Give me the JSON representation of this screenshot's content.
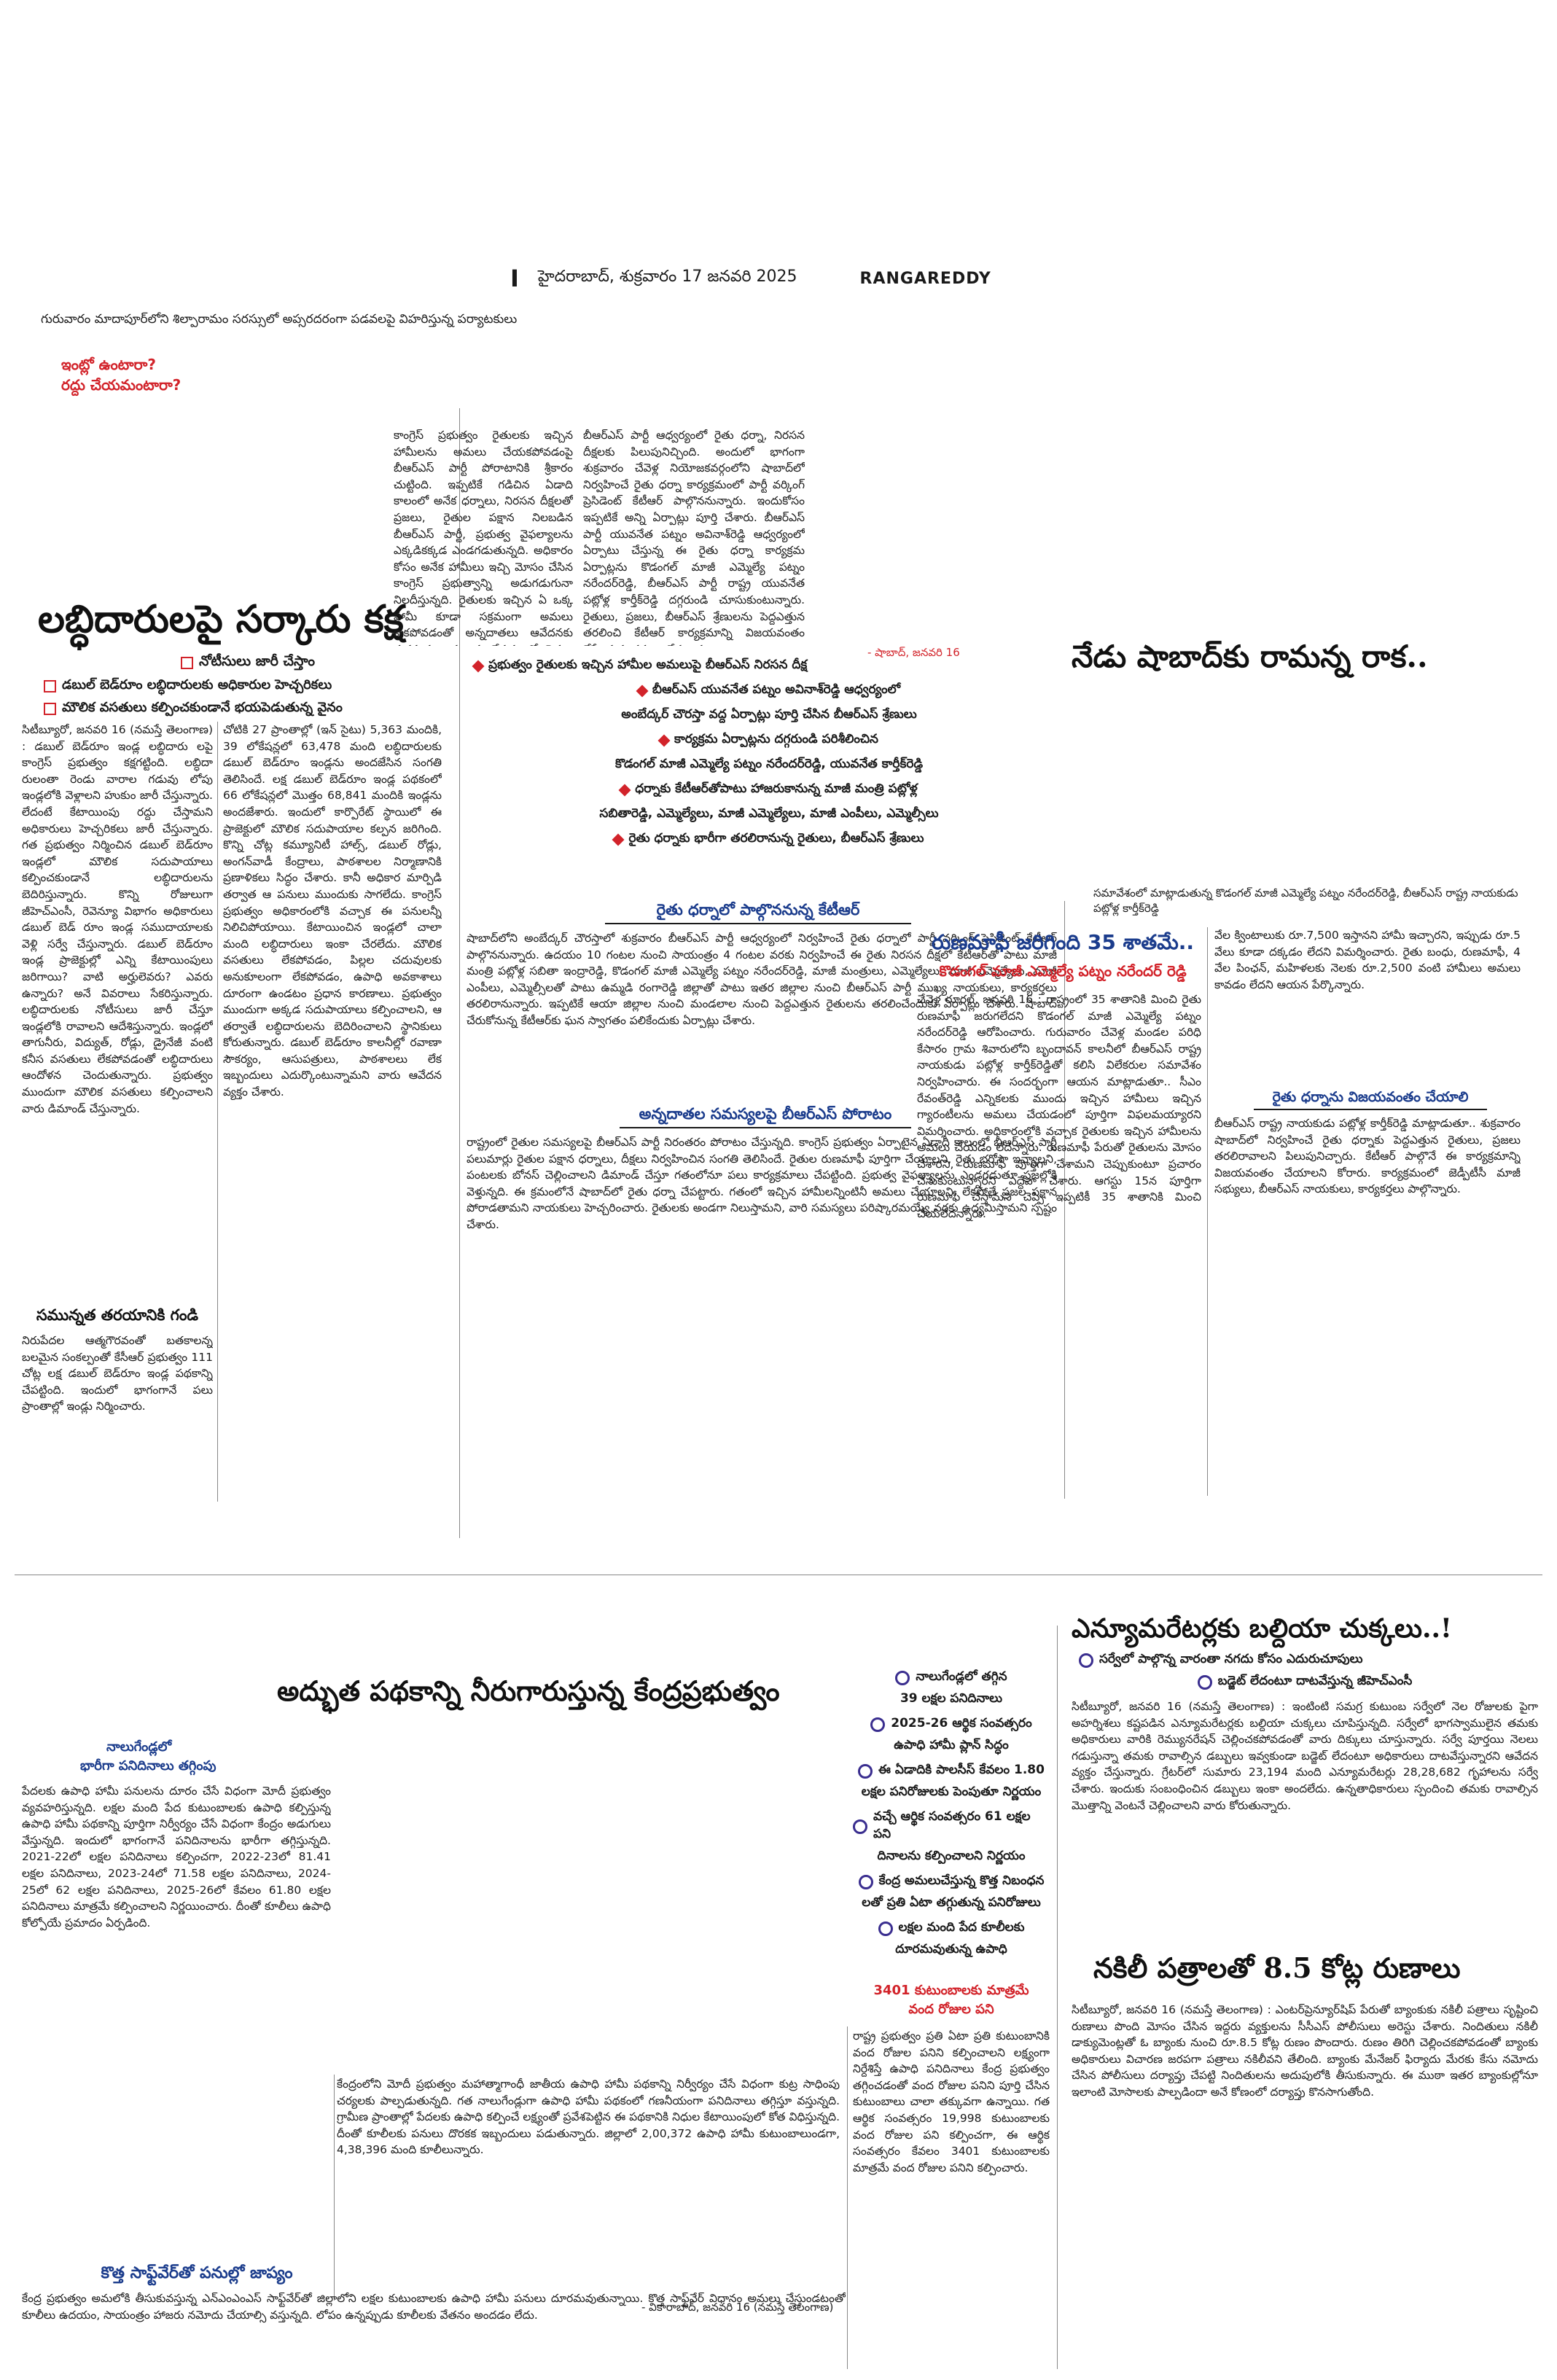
{
  "masthead": {
    "marker": "I",
    "dateline": "హైదరాబాద్, శుక్రవారం 17 జనవరి 2025",
    "edition": "RANGAREDDY"
  },
  "photo_caption": "గురువారం మాదాపూర్‌లోని శిల్పారామం సరస్సులో అప్సరదరంగా పడవలపై విహరిస్తున్న పర్యాటకులు",
  "teaser": {
    "line1": "ఇంట్లో ఉంటారా?",
    "line2": "రద్దు చేయమంటారా?"
  },
  "story1": {
    "headline": "లబ్ధిదారులపై సర్కారు కక్ష",
    "subs": [
      "నోటీసులు జారీ చేస్తాం",
      "డబుల్ బెడ్‌రూం లబ్ధిదారులకు అధికారుల హెచ్చరికలు",
      "మౌలిక వసతులు కల్పించకుండానే భయపెడుతున్న వైనం"
    ],
    "col1": "సిటీబ్యూరో, జనవరి 16 (నమస్తే తెలంగాణ) : డబుల్ బెడ్‌రూం ఇండ్ల లబ్ధిదారు లపై కాంగ్రెస్ ప్రభుత్వం కక్షగట్టింది. లబ్ధిదా రులంతా రెండు వారాల గడువు లోపు ఇండ్లలోకి వెళ్లాలని హుకుం జారీ చేస్తున్నారు. లేదంటే కేటాయింపు రద్దు చేస్తామని అధికారులు హెచ్చరికలు జారీ చేస్తున్నారు. గత ప్రభుత్వం నిర్మించిన డబుల్ బెడ్‌రూం ఇండ్లలో మౌలిక సదుపాయాలు కల్పించకుండానే లబ్ధిదారులను బెదిరిస్తున్నారు. కొన్ని రోజులుగా జీహెచ్‌ఎంసీ, రెవెన్యూ విభాగం అధికారులు డబుల్ బెడ్ రూం ఇండ్ల సముదాయాలకు వెళ్లి సర్వే చేస్తున్నారు. డబుల్ బెడ్‌రూం ఇండ్ల ప్రాజెక్టుల్లో ఎన్ని కేటాయింపులు జరిగాయి? వాటి అర్హులెవరు? ఎవరు ఉన్నారు? అనే వివరాలు సేకరిస్తున్నారు. లబ్ధిదారులకు నోటీసులు జారీ చేస్తూ ఇండ్లలోకి రావాలని ఆదేశిస్తున్నారు. ఇండ్లలో తాగునీరు, విద్యుత్, రోడ్లు, డ్రైనేజీ వంటి కనీస వసతులు లేకపోవడంతో లబ్ధిదారులు ఆందోళన చెందుతున్నారు. ప్రభుత్వం ముందుగా మౌలిక వసతులు కల్పించాలని వారు డిమాండ్ చేస్తున్నారు.",
    "col1_section": "సమున్నత తరయానికి గండి",
    "col1_tail": "నిరుపేదల ఆత్మగౌరవంతో బతకాలన్న బలమైన సంకల్పంతో కేసీఆర్ ప్రభుత్వం 111 చోట్ల లక్ష డబుల్ బెడ్‌రూం ఇండ్ల పథకాన్ని చేపట్టింది. ఇందులో భాగంగానే పలు ప్రాంతాల్లో ఇండ్లు నిర్మించారు.",
    "col2": "చోటికి 27 ప్రాంతాల్లో (ఇన్ సైటు) 5,363 మందికి, 39 లోకేషన్లలో 63,478 మంది లబ్ధిదారులకు డబుల్ బెడ్‌రూం ఇండ్లను అందజేసిన సంగతి తెలిసిందే. లక్ష డబుల్ బెడ్‌రూం ఇండ్ల పథకంలో 66 లోకేషన్లలో మొత్తం 68,841 మందికి ఇండ్లను అందజేశారు. ఇందులో కార్పొరేట్ స్థాయిలో ఈ ప్రాజెక్టులో మౌలిక సదుపాయాల కల్పన జరిగింది. కొన్ని చోట్ల కమ్యూనిటీ హాల్స్, డబుల్ రోడ్లు, అంగన్‌వాడీ కేంద్రాలు, పాఠశాలల నిర్మాణానికి ప్రణాళికలు సిద్ధం చేశారు. కానీ అధికార మార్పిడి తర్వాత ఆ పనులు ముందుకు సాగలేదు. కాంగ్రెస్ ప్రభుత్వం అధికారంలోకి వచ్చాక ఈ పనులన్నీ నిలిచిపోయాయి. కేటాయించిన ఇండ్లలో చాలా మంది లబ్ధిదారులు ఇంకా చేరలేదు. మౌలిక వసతులు లేకపోవడం, పిల్లల చదువులకు అనుకూలంగా లేకపోవడం, ఉపాధి అవకాశాలు దూరంగా ఉండటం ప్రధాన కారణాలు. ప్రభుత్వం ముందుగా అక్కడ సదుపాయాలు కల్పించాలని, ఆ తర్వాతే లబ్ధిదారులను బెదిరించాలని స్థానికులు కోరుతున్నారు. డబుల్ బెడ్‌రూం కాలనీల్లో రవాణా సౌకర్యం, ఆసుపత్రులు, పాఠశాలలు లేక ఇబ్బందులు ఎదుర్కొంటున్నామని వారు ఆవేదన వ్యక్తం చేశారు."
  },
  "story2": {
    "lead": "కాంగ్రెస్ ప్రభుత్వం రైతులకు ఇచ్చిన హామీలను అమలు చేయకపోవడంపై బీఆర్‌ఎస్ పార్టీ పోరాటానికి శ్రీకారం చుట్టింది. ఇప్పటికే గడిచిన ఏడాది కాలంలో అనేక ధర్నాలు, నిరసన దీక్షలతో ప్రజలు, రైతుల పక్షాన నిలబడిన బీఆర్‌ఎస్ పార్టీ, ప్రభుత్వ వైఫల్యాలను ఎక్కడికక్కడ ఎండగడుతున్నది. అధికారం కోసం అనేక హామీలు ఇచ్చి మోసం చేసిన కాంగ్రెస్ ప్రభుత్వాన్ని అడుగడుగునా నిలదీస్తున్నది. రైతులకు ఇచ్చిన ఏ ఒక్క హామీ కూడా సక్రమంగా అమలు కాకపోవడంతో అన్నదాతలు ఆవేదనకు గురవుతున్నారు. ఈ నేపథ్యంలో రైతుల తరఫున బీఆర్‌ఎస్ పార్టీ మరో ఉద్యమానికి తెరలేపింది. ప్రభుత్వం రైతులకు ఇచ్చిన హామీలను వెంటనే అమలు చేయాలని డిమాండ్ చేస్తూ",
    "lead_col2": "బీఆర్‌ఎస్ పార్టీ ఆధ్వర్యంలో రైతు ధర్నా, నిరసన దీక్షలకు పిలుపునిచ్చింది. అందులో భాగంగా శుక్రవారం చేవెళ్ల నియోజకవర్గంలోని షాబాద్‌లో నిర్వహించే రైతు ధర్నా కార్యక్రమంలో పార్టీ వర్కింగ్ ప్రెసిడెంట్ కేటీఆర్ పాల్గొననున్నారు. ఇందుకోసం ఇప్పటికే అన్ని ఏర్పాట్లు పూర్తి చేశారు. బీఆర్‌ఎస్ పార్టీ యువనేత పట్నం అవినాశ్‌రెడ్డి ఆధ్వర్యంలో ఏర్పాటు చేస్తున్న ఈ రైతు ధర్నా కార్యక్రమ ఏర్పాట్లను కొడంగల్ మాజీ ఎమ్మెల్యే పట్నం నరేందర్‌రెడ్డి, బీఆర్‌ఎస్ పార్టీ రాష్ట్ర యువనేత పట్లోళ్ల కార్తీక్‌రెడ్డి దగ్గరుండి చూసుకుంటున్నారు. రైతులు, ప్రజలు, బీఆర్‌ఎస్ శ్రేణులను పెద్దఎత్తున తరలించి కేటీఆర్ కార్యక్రమాన్ని విజయవంతం చేసేందుకు చర్యలు చేపట్టారు.",
    "byline": "- షాబాద్, జనవరి 16",
    "headline": "నేడు షాబాద్‌కు రామన్న రాక..",
    "bullets": [
      "ప్రభుత్వం రైతులకు ఇచ్చిన హామీల అమలుపై బీఆర్‌ఎస్ నిరసన దీక్ష",
      "బీఆర్‌ఎస్ యువనేత పట్నం అవినాశ్‌రెడ్డి ఆధ్వర్యంలో",
      "అంబేద్కర్ చౌరస్తా వద్ద ఏర్పాట్లు పూర్తి చేసిన బీఆర్‌ఎస్ శ్రేణులు",
      "కార్యక్రమ ఏర్పాట్లను దగ్గరుండి పరిశీలించిన",
      "కొడంగల్ మాజీ ఎమ్మెల్యే పట్నం నరేందర్‌రెడ్డి, యువనేత కార్తీక్‌రెడ్డి",
      "ధర్నాకు కేటీఆర్‌తోపాటు హాజరుకానున్న మాజీ మంత్రి పట్లోళ్ల",
      "సబితారెడ్డి, ఎమ్మెల్యేలు, మాజీ ఎమ్మెల్యేలు, మాజీ ఎంపీలు, ఎమ్మెల్సీలు",
      "రైతు ధర్నాకు భారీగా తరలిరానున్న రైతులు, బీఆర్‌ఎస్ శ్రేణులు"
    ],
    "section1": "రైతు ధర్నాలో పాల్గొననున్న కేటీఆర్",
    "section1_body": "షాబాద్‌లోని అంబేద్కర్ చౌరస్తాలో శుక్రవారం బీఆర్‌ఎస్ పార్టీ ఆధ్వర్యంలో నిర్వహించే రైతు ధర్నాలో పార్టీ వర్కింగ్ ప్రెసిడెంట్ కేటీఆర్ పాల్గొననున్నారు. ఉదయం 10 గంటల నుంచి సాయంత్రం 4 గంటల వరకు నిర్వహించే ఈ రైతు నిరసన దీక్షలో కేటీఆర్‌తో పాటు మాజీ మంత్రి పట్లోళ్ల సబితా ఇంద్రారెడ్డి, కొడంగల్ మాజీ ఎమ్మెల్యే పట్నం నరేందర్‌రెడ్డి, మాజీ మంత్రులు, ఎమ్మెల్యేలు, మాజీ ఎమ్మెల్యేలు, మాజీ ఎంపీలు, ఎమ్మెల్సీలతో పాటు ఉమ్మడి రంగారెడ్డి జిల్లాతో పాటు ఇతర జిల్లాల నుంచి బీఆర్‌ఎస్ పార్టీ ముఖ్య నాయకులు, కార్యకర్తలు తరలిరానున్నారు. ఇప్పటికే ఆయా జిల్లాల నుంచి మండలాల నుంచి పెద్దఎత్తున రైతులను తరలించేందుకు ఏర్పాట్లు చేశారు. షాబాద్ చేరుకోనున్న కేటీఆర్‌కు ఘన స్వాగతం పలికేందుకు ఏర్పాట్లు చేశారు.",
    "section2": "అన్నదాతల సమస్యలపై బీఆర్‌ఎస్ పోరాటం",
    "section2_body": "రాష్ట్రంలో రైతుల సమస్యలపై బీఆర్‌ఎస్ పార్టీ నిరంతరం పోరాటం చేస్తున్నది. కాంగ్రెస్ ప్రభుత్వం ఏర్పాటైన ఏడాది కాలంలో బీఆర్‌ఎస్ పార్టీ పలుమార్లు రైతుల పక్షాన ధర్నాలు, దీక్షలు నిర్వహించిన సంగతి తెలిసిందే. రైతుల రుణమాఫీ పూర్తిగా చేయాలని, రైతు భరోసా ఇవ్వాలని, పంటలకు బోనస్ చెల్లించాలని డిమాండ్ చేస్తూ గతంలోనూ పలు కార్యక్రమాలు చేపట్టింది. ప్రభుత్వ వైఫల్యాలను ఎండగడుతూ ప్రజల్లోకి వెళ్తున్నది. ఈ క్రమంలోనే షాబాద్‌లో రైతు ధర్నా చేపట్టారు. గతంలో ఇచ్చిన హామీలన్నింటినీ అమలు చేయాలని, లేకపోతే ప్రజల పక్షాన పోరాడతామని నాయకులు హెచ్చరించారు. రైతులకు అండగా నిలుస్తామని, వారి సమస్యలు పరిష్కారమయ్యే వరకు ఉద్యమిస్తామని స్పష్టం చేశారు."
  },
  "story3": {
    "photo_caption": "సమావేశంలో మాట్లాడుతున్న కొడంగల్ మాజీ ఎమ్మెల్యే పట్నం నరేందర్‌రెడ్డి, బీఆర్‌ఎస్ రాష్ట్ర నాయకుడు పట్లోళ్ల కార్తీక్‌రెడ్డి",
    "headline": "రుణమాఫీ జరిగింది 35 శాతమే..",
    "kicker": "కొడంగల్ మాజీ ఎమ్మెల్యే పట్నం నరేందర్ రెడ్డి",
    "col1": "చేవెళ్ల రూరల్, జనవరి 16 : రాష్ట్రంలో 35 శాతానికి మించి రైతు రుణమాఫీ జరుగలేదని కొడంగల్ మాజీ ఎమ్మెల్యే పట్నం నరేందర్‌రెడ్డి ఆరోపించారు. గురువారం చేవెళ్ల మండల పరిధి కేసారం గ్రామ శివారులోని బృందావన్ కాలనీలో బీఆర్‌ఎస్ రాష్ట్ర నాయకుడు పట్లోళ్ల కార్తీక్‌రెడ్డితో కలిసి విలేకరుల సమావేశం నిర్వహించారు. ఈ సందర్భంగా ఆయన మాట్లాడుతూ.. సీఎం రేవంత్‌రెడ్డి ఎన్నికలకు ముందు ఇచ్చిన హామీలు ఇచ్చిన గ్యారంటీలను అమలు చేయడంలో పూర్తిగా విఫలమయ్యారని విమర్శించారు. అధికారంలోకి వచ్చాక రైతులకు ఇచ్చిన హామీలను అమలు చేయడం లేదన్నారు. రుణమాఫీ పేరుతో రైతులను మోసం చేశారని, రుణమాఫీ పూర్తిగా చేశామని చెప్పుకుంటూ ప్రచారం చేసుకుంటున్నారని ఎద్దేవా చేశారు. ఆగస్టు 15న పూర్తిగా రుణమాఫీ చేస్తామని చెప్పి ఇప్పటికీ 35 శాతానికి మించి చేయలేదన్నారు.",
    "col2": "వేల క్వింటాలుకు రూ.7,500 ఇస్తానని హామీ ఇచ్చారని, ఇప్పుడు రూ.5 వేలు కూడా దక్కడం లేదని విమర్శించారు. రైతు బంధు, రుణమాఫీ, 4 వేల పింఛన్, మహిళలకు నెలకు రూ.2,500 వంటి హామీలు అమలు కావడం లేదని ఆయన పేర్కొన్నారు.",
    "section": "రైతు ధర్నాను విజయవంతం చేయాలి",
    "section_body": "బీఆర్‌ఎస్ రాష్ట్ర నాయకుడు పట్లోళ్ల కార్తీక్‌రెడ్డి మాట్లాడుతూ.. శుక్రవారం షాబాద్‌లో నిర్వహించే రైతు ధర్నాకు పెద్దఎత్తున రైతులు, ప్రజలు తరలిరావాలని పిలుపునిచ్చారు. కేటీఆర్ పాల్గొనే ఈ కార్యక్రమాన్ని విజయవంతం చేయాలని కోరారు. కార్యక్రమంలో జెడ్పీటీసీ మాజీ సభ్యులు, బీఆర్‌ఎస్ నాయకులు, కార్యకర్తలు పాల్గొన్నారు."
  },
  "story4": {
    "headline": "అద్భుత పథకాన్ని నీరుగారుస్తున్న కేంద్రప్రభుత్వం",
    "sidebar_title1": "నాలుగేండ్లలో",
    "sidebar_title2": "భారీగా పనిదినాలు తగ్గింపు",
    "sidebar_body": "పేదలకు ఉపాధి హామీ పనులను దూరం చేసే విధంగా మోదీ ప్రభుత్వం వ్యవహరిస్తున్నది. లక్షల మంది పేద కుటుంబాలకు ఉపాధి కల్పిస్తున్న ఉపాధి హామీ పథకాన్ని పూర్తిగా నిర్వీర్యం చేసే విధంగా కేంద్రం అడుగులు వేస్తున్నది. ఇందులో భాగంగానే పనిదినాలను భారీగా తగ్గిస్తున్నది. 2021-22లో లక్షల పనిదినాలు కల్పించగా, 2022-23లో 81.41 లక్షల పనిదినాలు, 2023-24లో 71.58 లక్షల పనిదినాలు, 2024-25లో 62 లక్షల పనిదినాలు, 2025-26లో కేవలం 61.80 లక్షల పనిదినాలు మాత్రమే కల్పించాలని నిర్ణయించారు. దీంతో కూలీలు ఉపాధి కోల్పోయే ప్రమాదం ఏర్పడింది.",
    "main_body": "కేంద్రంలోని మోదీ ప్రభుత్వం మహాత్మాగాంధీ జాతీయ ఉపాధి హామీ పథకాన్ని నిర్వీర్యం చేసే విధంగా కుట్ర సాధింపు చర్యలకు పాల్పడుతున్నది. గత నాలుగేండ్లుగా ఉపాధి హామీ పథకంలో గణనీయంగా పనిదినాలు తగ్గిస్తూ వస్తున్నది. గ్రామీణ ప్రాంతాల్లో పేదలకు ఉపాధి కల్పించే లక్ష్యంతో ప్రవేశపెట్టిన ఈ పథకానికి నిధుల కేటాయింపులో కోత విధిస్తున్నది. దీంతో కూలీలకు పనులు దొరకక ఇబ్బందులు పడుతున్నారు. జిల్లాలో 2,00,372 ఉపాధి హామీ కుటుంబాలుండగా, 4,38,396 మంది కూలీలున్నారు.",
    "byline": "- వికారాబాద్, జనవరి 16 (నమస్తే తెలంగాణ)",
    "bullets": [
      "నాలుగేండ్లలో తగ్గిన",
      "39 లక్షల పనిదినాలు",
      "2025-26 ఆర్థిక సంవత్సరం",
      "ఉపాధి హామీ ప్లాన్ సిద్ధం",
      "ఈ ఏడాదికి పాలసీస్ కేవలం 1.80",
      "లక్షల పనిరోజులకు పెంపుతూ నిర్ణయం",
      "వచ్చే ఆర్థిక సంవత్సరం 61 లక్షల పని",
      "దినాలను కల్పించాలని నిర్ణయం",
      "కేంద్ర అమలుచేస్తున్న కొత్త నిబంధన",
      "లతో ప్రతి ఏటా తగ్గుతున్న పనిరోజులు",
      "లక్షల మంది పేద కూలీలకు",
      "దూరమవుతున్న ఉపాధి"
    ],
    "side_section1": "3401 కుటుంబాలకు మాత్రమే",
    "side_section2": "వంద రోజుల పని",
    "side_body": "రాష్ట్ర ప్రభుత్వం ప్రతి ఏటా ప్రతి కుటుంబానికి వంద రోజుల పనిని కల్పించాలని లక్ష్యంగా నిర్దేశిస్తే ఉపాధి పనిదినాలు కేంద్ర ప్రభుత్వం తగ్గించడంతో వంద రోజుల పనిని పూర్తి చేసిన కుటుంబాలు చాలా తక్కువగా ఉన్నాయి. గత ఆర్థిక సంవత్సరం 19,998 కుటుంబాలకు వంద రోజుల పని కల్పించగా, ఈ ఆర్థిక సంవత్సరం కేవలం 3401 కుటుంబాలకు మాత్రమే వంద రోజుల పనిని కల్పించారు.",
    "section3": "కొత్త సాఫ్ట్‌వేర్‌తో పనుల్లో జాప్యం",
    "section3_body": "కేంద్ర ప్రభుత్వం అమలోకి తీసుకువస్తున్న ఎన్‌ఎంఎంఎస్ సాఫ్ట్‌వేర్‌తో జిల్లాలోని లక్షల కుటుంబాలకు ఉపాధి హామీ పనులు దూరమవుతున్నాయి. కొత్త సాఫ్ట్‌వేర్ విధానం అమలు చేస్తుండటంతో కూలీలు ఉదయం, సాయంత్రం హాజరు నమోదు చేయాల్సి వస్తున్నది. లోపం ఉన్నప్పుడు కూలీలకు వేతనం అందడం లేదు."
  },
  "story5": {
    "headline": "ఎన్యూమరేటర్లకు బల్దియా చుక్కలు..!",
    "subs": [
      "సర్వేలో పాల్గొన్న వారంతా నగదు కోసం ఎదురుచూపులు",
      "బడ్జెట్ లేదంటూ దాటవేస్తున్న జీహెచ్‌ఎంసీ"
    ],
    "body": "సిటీబ్యూరో, జనవరి 16 (నమస్తే తెలంగాణ) : ఇంటింటి సమగ్ర కుటుంబ సర్వేలో నెల రోజులకు పైగా అహర్నిశలు కష్టపడిన ఎన్యూమరేటర్లకు బల్దియా చుక్కలు చూపిస్తున్నది. సర్వేలో భాగస్వాములైన తమకు అధికారులు వారికి రెమ్యునరేషన్ చెల్లించకపోవడంతో వారు దిక్కులు చూస్తున్నారు. సర్వే పూర్తయి నెలలు గడుస్తున్నా తమకు రావాల్సిన డబ్బులు ఇవ్వకుండా బడ్జెట్ లేదంటూ అధికారులు దాటవేస్తున్నారని ఆవేదన వ్యక్తం చేస్తున్నారు. గ్రేటర్‌లో సుమారు 23,194 మంది ఎన్యూమరేటర్లు 28,28,682 గృహాలను సర్వే చేశారు. ఇందుకు సంబంధించిన డబ్బులు ఇంకా అందలేదు. ఉన్నతాధికారులు స్పందించి తమకు రావాల్సిన మొత్తాన్ని వెంటనే చెల్లించాలని వారు కోరుతున్నారు.",
    "headline2": "నకిలీ పత్రాలతో 8.5 కోట్ల రుణాలు",
    "body2": "సిటీబ్యూరో, జనవరి 16 (నమస్తే తెలంగాణ) : ఎంటర్‌ప్రెన్యూర్‌షిప్ పేరుతో బ్యాంకుకు నకిలీ పత్రాలు సృష్టించి రుణాలు పొంది మోసం చేసిన ఇద్దరు వ్యక్తులను సీసీఎస్ పోలీసులు అరెస్టు చేశారు. నిందితులు నకిలీ డాక్యుమెంట్లతో ఓ బ్యాంకు నుంచి రూ.8.5 కోట్ల రుణం పొందారు. రుణం తిరిగి చెల్లించకపోవడంతో బ్యాంకు అధికారులు విచారణ జరపగా పత్రాలు నకిలీవని తేలింది. బ్యాంకు మేనేజర్ ఫిర్యాదు మేరకు కేసు నమోదు చేసిన పోలీసులు దర్యాప్తు చేపట్టి నిందితులను అదుపులోకి తీసుకున్నారు. ఈ ముఠా ఇతర బ్యాంకుల్లోనూ ఇలాంటి మోసాలకు పాల్పడిందా అనే కోణంలో దర్యాప్తు కొనసాగుతోంది."
  },
  "colors": {
    "accent_red": "#d2232a",
    "accent_blue": "#1b3c8c",
    "bullet_purple": "#3a2e8f"
  }
}
